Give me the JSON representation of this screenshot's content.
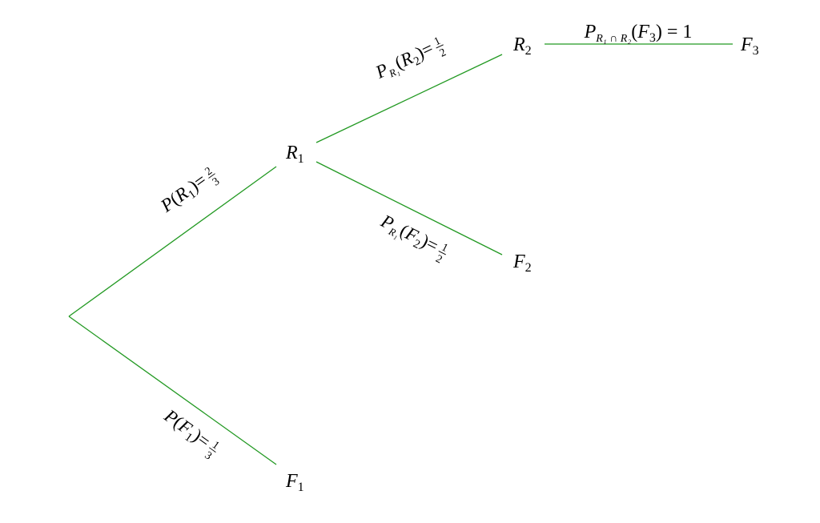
{
  "colors": {
    "edge": "#229922",
    "text": "#000000"
  },
  "nodes": {
    "R1": {
      "name": "R",
      "sub": "1"
    },
    "R2": {
      "name": "R",
      "sub": "2"
    },
    "F1": {
      "name": "F",
      "sub": "1"
    },
    "F2": {
      "name": "F",
      "sub": "2"
    },
    "F3": {
      "name": "F",
      "sub": "3"
    }
  },
  "edges": {
    "root_R1": {
      "func": "P",
      "cond": "",
      "arg": "R",
      "argsub": "1",
      "num": "2",
      "den": "3"
    },
    "root_F1": {
      "func": "P",
      "cond": "",
      "arg": "F",
      "argsub": "1",
      "num": "1",
      "den": "3"
    },
    "R1_R2": {
      "func": "P",
      "cond": "R₁",
      "arg": "R",
      "argsub": "2",
      "num": "1",
      "den": "2"
    },
    "R1_F2": {
      "func": "P",
      "cond": "R₁",
      "arg": "F",
      "argsub": "2",
      "num": "1",
      "den": "2"
    },
    "R2_F3": {
      "func": "P",
      "cond": "R₁ ∩ R₂",
      "arg": "F",
      "argsub": "3",
      "value": "1"
    }
  }
}
